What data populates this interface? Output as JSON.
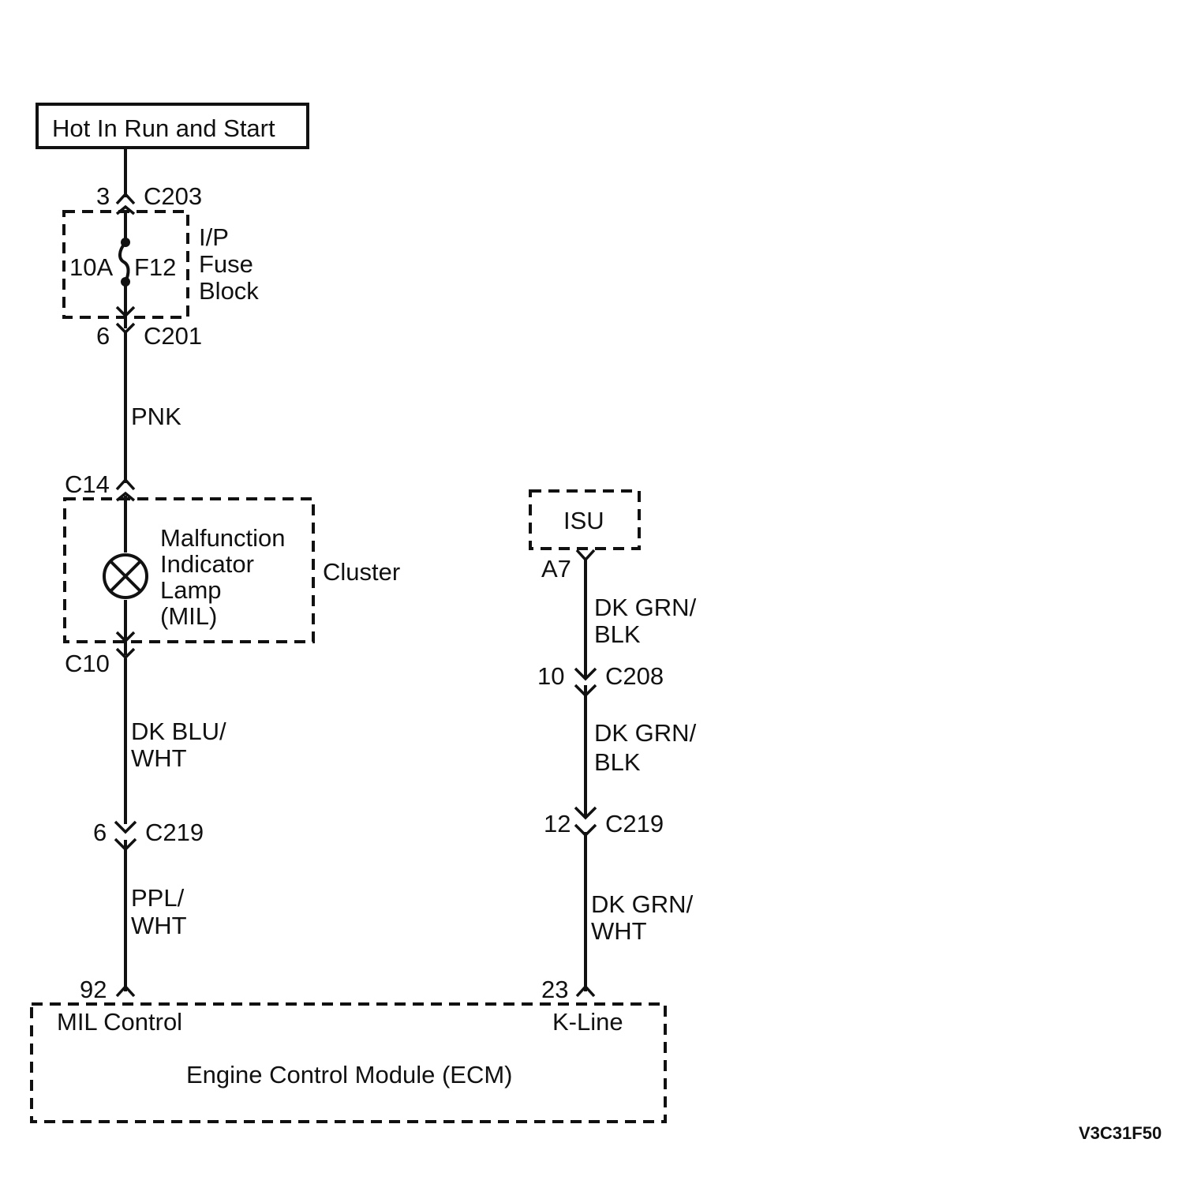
{
  "power_source": {
    "label": "Hot In Run and Start"
  },
  "fuse_block": {
    "line1": "I/P",
    "line2": "Fuse",
    "line3": "Block",
    "rating": "10A",
    "fuse_id": "F12"
  },
  "cluster": {
    "label": "Cluster",
    "lamp_line1": "Malfunction",
    "lamp_line2": "Indicator",
    "lamp_line3": "Lamp",
    "lamp_line4": "(MIL)"
  },
  "isu": {
    "label": "ISU"
  },
  "ecm": {
    "title": "Engine Control Module (ECM)",
    "left_pin_label": "MIL Control",
    "right_pin_label": "K-Line"
  },
  "connectors": {
    "c203": {
      "pin": "3",
      "name": "C203"
    },
    "c201": {
      "pin": "6",
      "name": "C201"
    },
    "c14": {
      "name": "C14"
    },
    "c10": {
      "name": "C10"
    },
    "c219_left": {
      "pin": "6",
      "name": "C219"
    },
    "ecm_left": {
      "pin": "92"
    },
    "a7": {
      "name": "A7"
    },
    "c208": {
      "pin": "10",
      "name": "C208"
    },
    "c219_right": {
      "pin": "12",
      "name": "C219"
    },
    "ecm_right": {
      "pin": "23"
    }
  },
  "wires": {
    "pnk": "PNK",
    "dk_blu_wht_1": "DK BLU/",
    "dk_blu_wht_2": "WHT",
    "ppl_wht_1": "PPL/",
    "ppl_wht_2": "WHT",
    "dk_grn_blk_a_1": "DK GRN/",
    "dk_grn_blk_a_2": "BLK",
    "dk_grn_blk_b_1": "DK GRN/",
    "dk_grn_blk_b_2": "BLK",
    "dk_grn_wht_1": "DK GRN/",
    "dk_grn_wht_2": "WHT"
  },
  "figure_id": "V3C31F50"
}
